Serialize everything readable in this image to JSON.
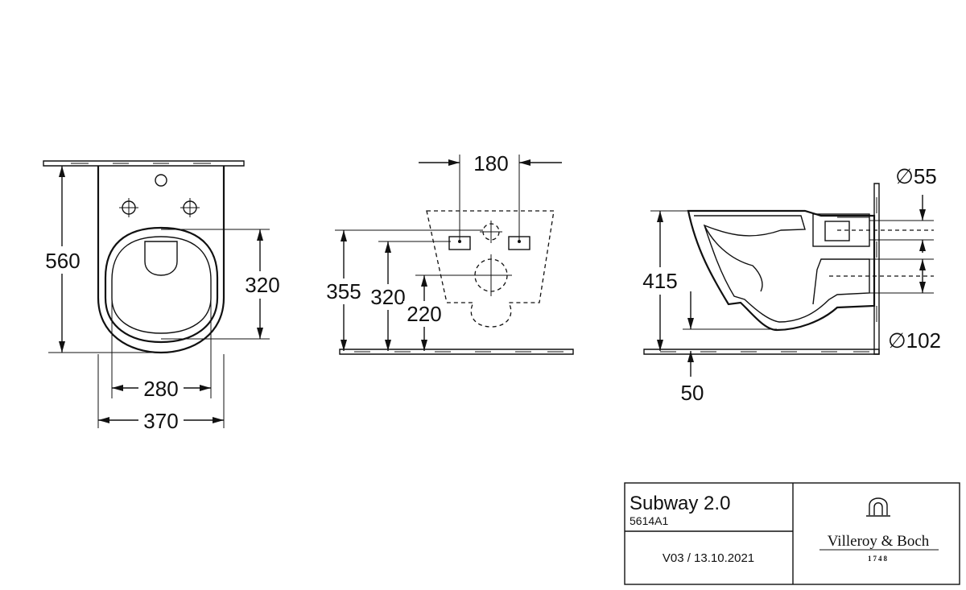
{
  "views": {
    "top": {
      "dim_height": "560",
      "dim_seat_height": "320",
      "dim_inner_width": "280",
      "dim_outer_width": "370"
    },
    "wall": {
      "dim_spacing": "180",
      "dim_355": "355",
      "dim_320": "320",
      "dim_220": "220"
    },
    "side": {
      "dim_height": "415",
      "dim_pipe_small": "∅55",
      "dim_pipe_large": "∅102",
      "dim_drain": "50"
    }
  },
  "title_block": {
    "product_name": "Subway 2.0",
    "article_number": "5614A1",
    "version": "V03 / 13.10.2021",
    "brand_name": "Villeroy & Boch",
    "brand_year": "1748"
  }
}
